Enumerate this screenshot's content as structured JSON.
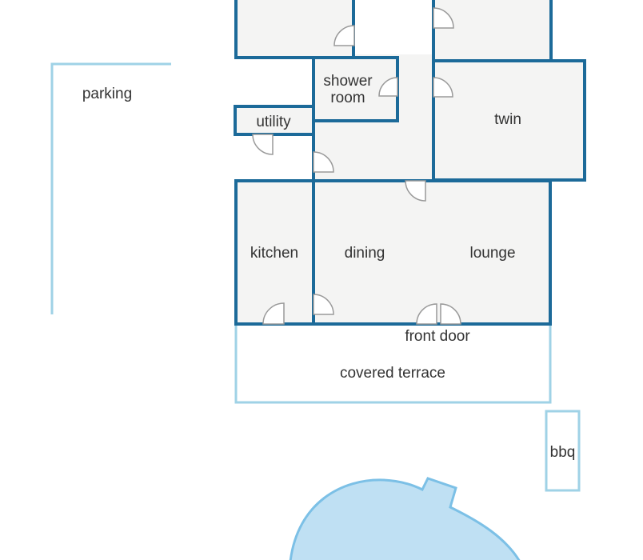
{
  "colors": {
    "wall": "#1c6a99",
    "room_fill": "#f4f4f3",
    "outdoor_outline": "#9fd2e6",
    "pool_fill": "#bfe0f3",
    "text": "#333333"
  },
  "labels": {
    "parking": "parking",
    "shower_room_line1": "shower",
    "shower_room_line2": "room",
    "utility": "utility",
    "twin": "twin",
    "kitchen": "kitchen",
    "dining": "dining",
    "lounge": "lounge",
    "front_door": "front door",
    "covered_terrace": "covered terrace",
    "bbq": "bbq"
  }
}
